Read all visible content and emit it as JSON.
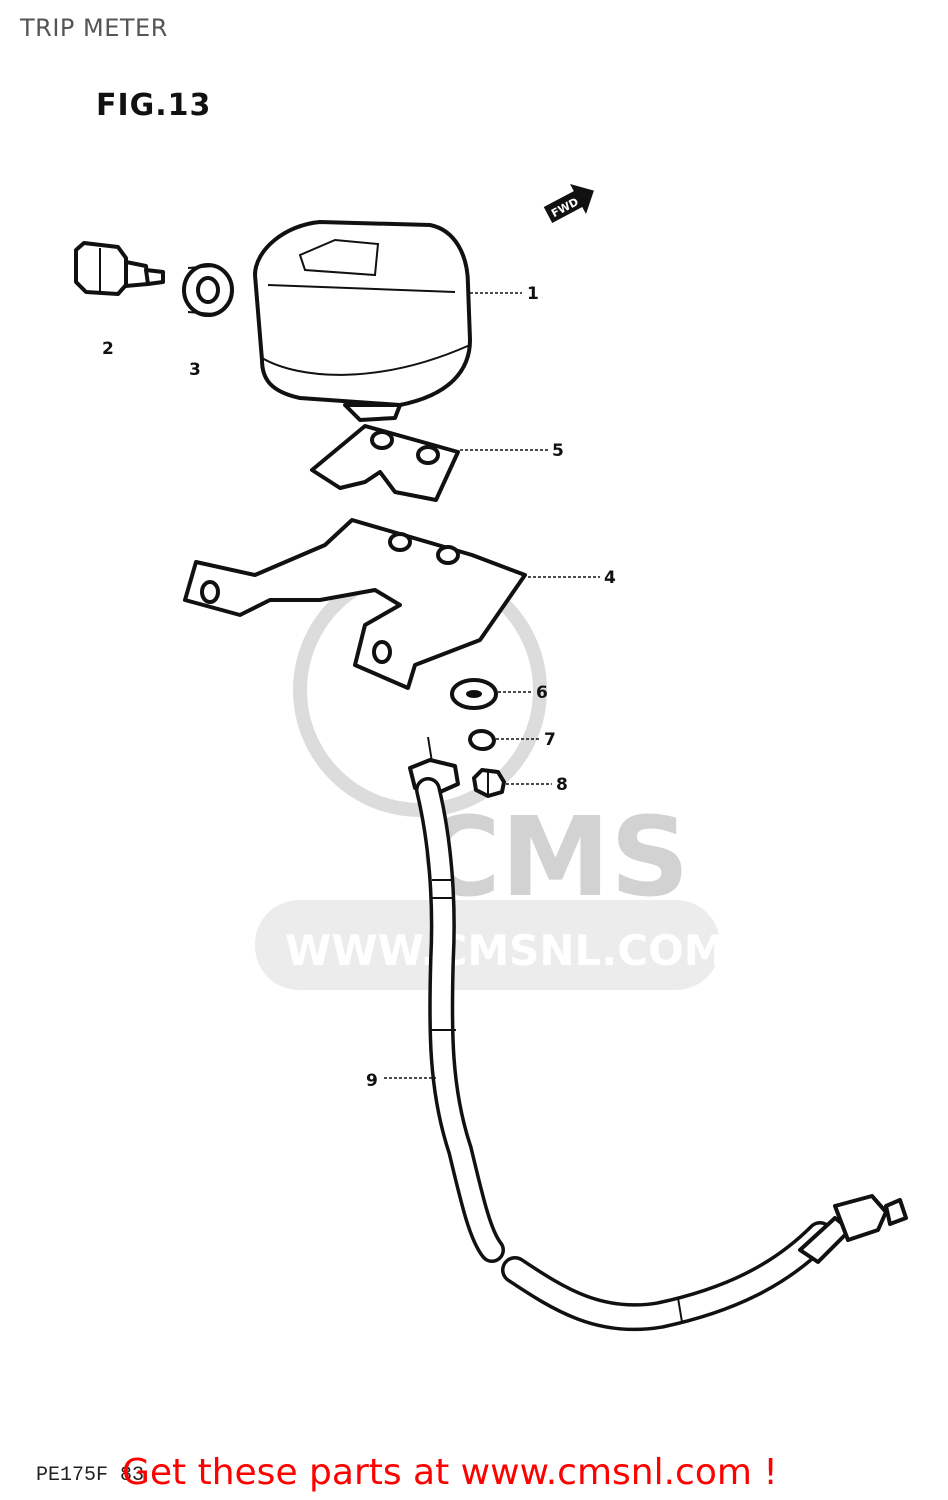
{
  "page": {
    "title": "TRIP METER",
    "figure_label": "FIG.13",
    "footer_code": "PE175F 83",
    "promo_text": "Get these parts at www.cmsnl.com !"
  },
  "watermark": {
    "logo_text": "CMS",
    "url_text": "WWW.CMSNL.COM"
  },
  "arrow": {
    "label": "FWD"
  },
  "callouts": [
    "1",
    "2",
    "3",
    "4",
    "5",
    "6",
    "7",
    "8",
    "9"
  ],
  "colors": {
    "promo": "#ff0000",
    "ink": "#111111",
    "watermark": "#d2d2d2"
  }
}
